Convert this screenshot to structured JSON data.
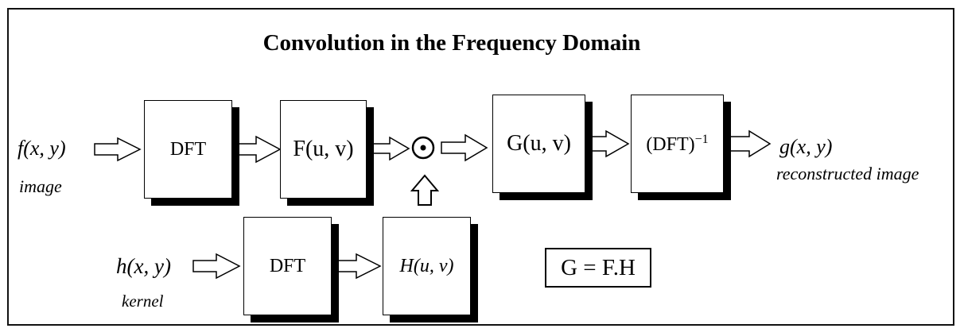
{
  "title": "Convolution in the Frequency Domain",
  "input": {
    "label": "f(x, y)",
    "caption": "image"
  },
  "kernel": {
    "label": "h(x, y)",
    "caption": "kernel"
  },
  "blocks": {
    "dft_top": "DFT",
    "F": "F(u, v)",
    "G": "G(u, v)",
    "inverse": "(DFT)",
    "inverse_exp": "−1",
    "dft_bottom": "DFT",
    "H": "H(u, v)"
  },
  "output": {
    "label": "g(x, y)",
    "caption": "reconstructed image"
  },
  "formula": "G = F.H",
  "operator": "⊙"
}
